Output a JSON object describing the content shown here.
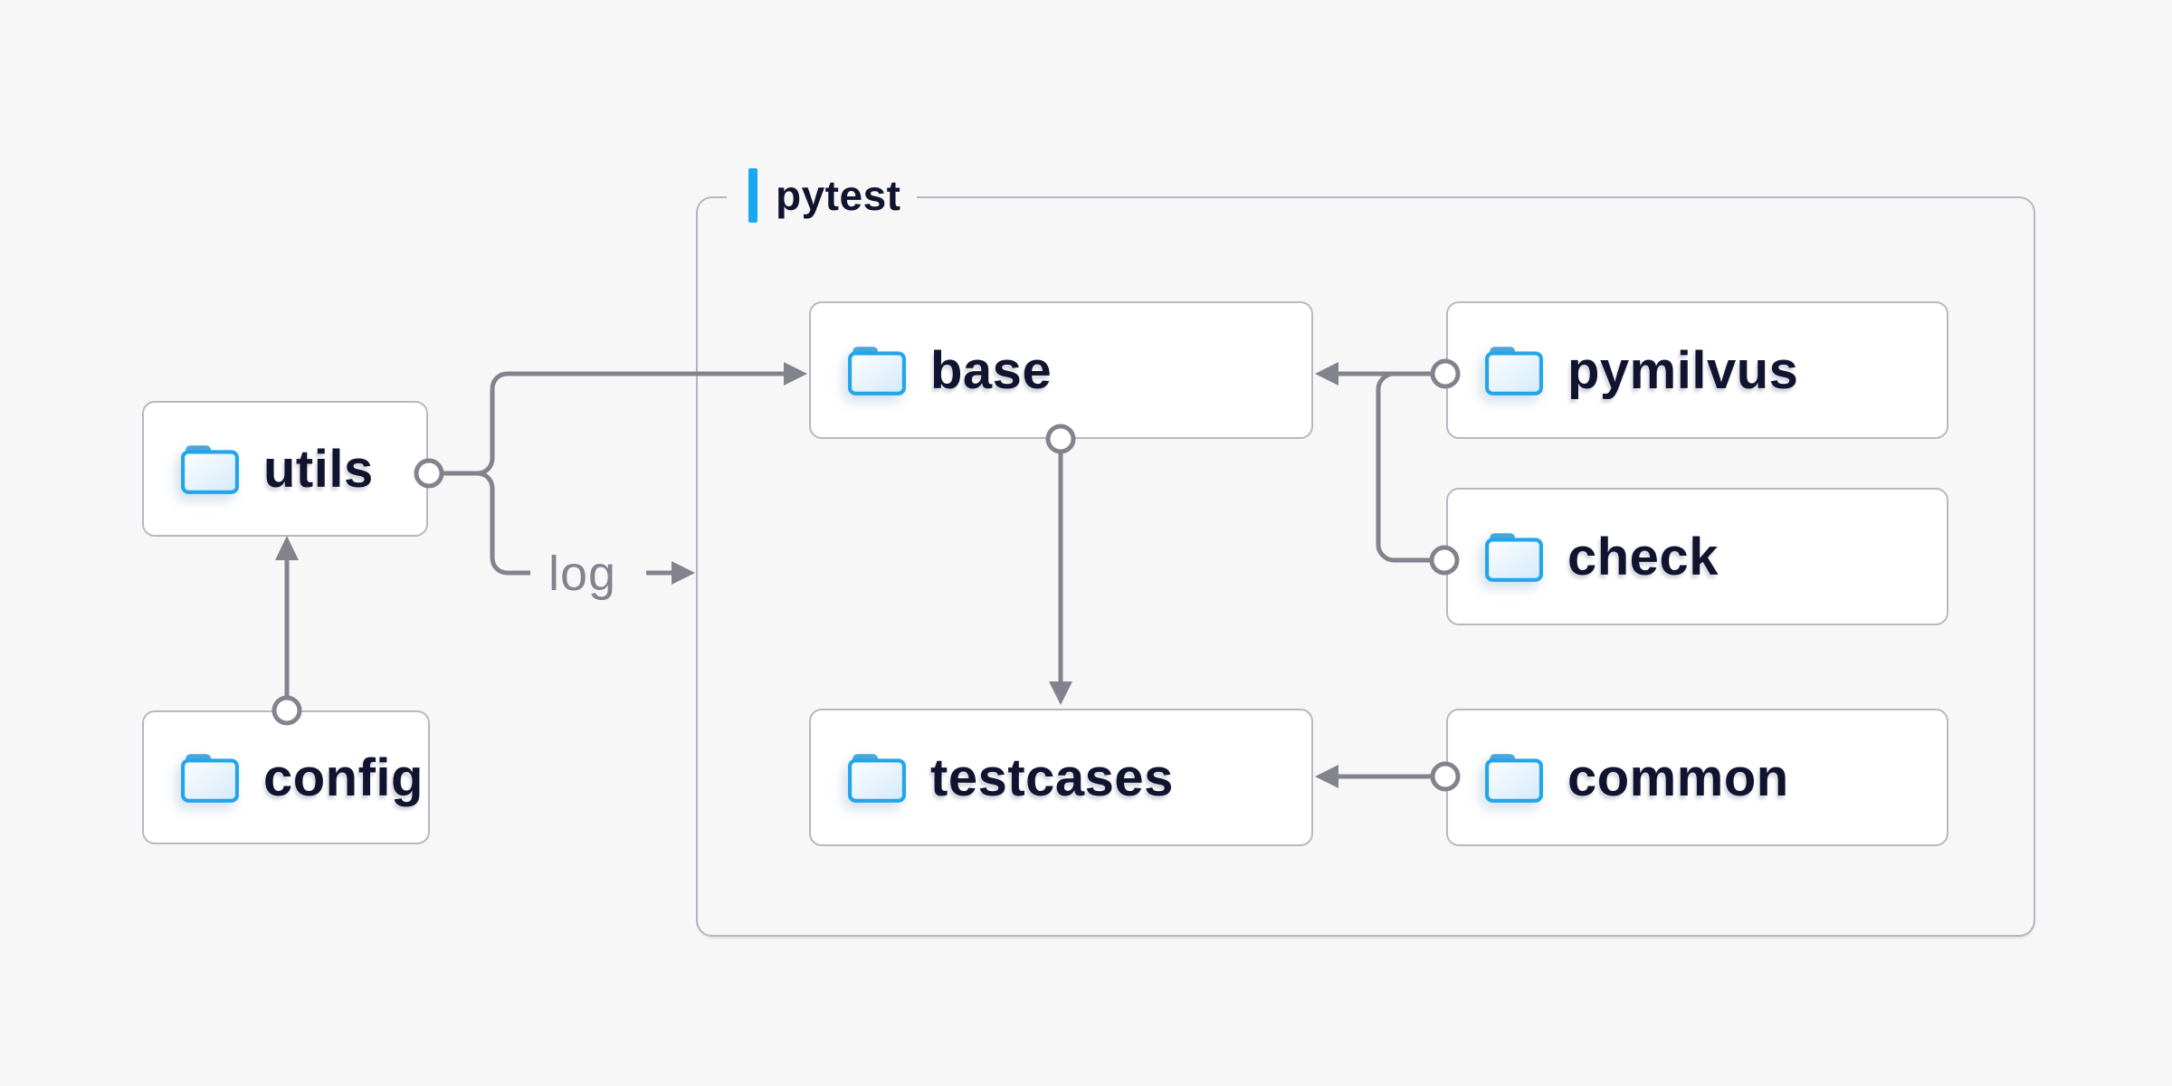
{
  "diagram": {
    "container": {
      "label": "pytest"
    },
    "nodes": {
      "utils": {
        "label": "utils"
      },
      "config": {
        "label": "config"
      },
      "base": {
        "label": "base"
      },
      "pymilvus": {
        "label": "pymilvus"
      },
      "check": {
        "label": "check"
      },
      "testcases": {
        "label": "testcases"
      },
      "common": {
        "label": "common"
      }
    },
    "edge_label_log": "log",
    "edges": [
      {
        "from": "config",
        "to": "utils"
      },
      {
        "from": "utils",
        "to": "base"
      },
      {
        "from": "utils",
        "to": "log"
      },
      {
        "from": "pymilvus",
        "to": "base"
      },
      {
        "from": "check",
        "to": "base"
      },
      {
        "from": "base",
        "to": "testcases"
      },
      {
        "from": "common",
        "to": "testcases"
      }
    ],
    "colors": {
      "background": "#f7f7f8",
      "accent_blue": "#18a9f0",
      "folder_blue": "#23a5ec",
      "line_gray": "#82838d",
      "border_gray": "#b7b8c1",
      "text_navy": "#10142e"
    }
  }
}
